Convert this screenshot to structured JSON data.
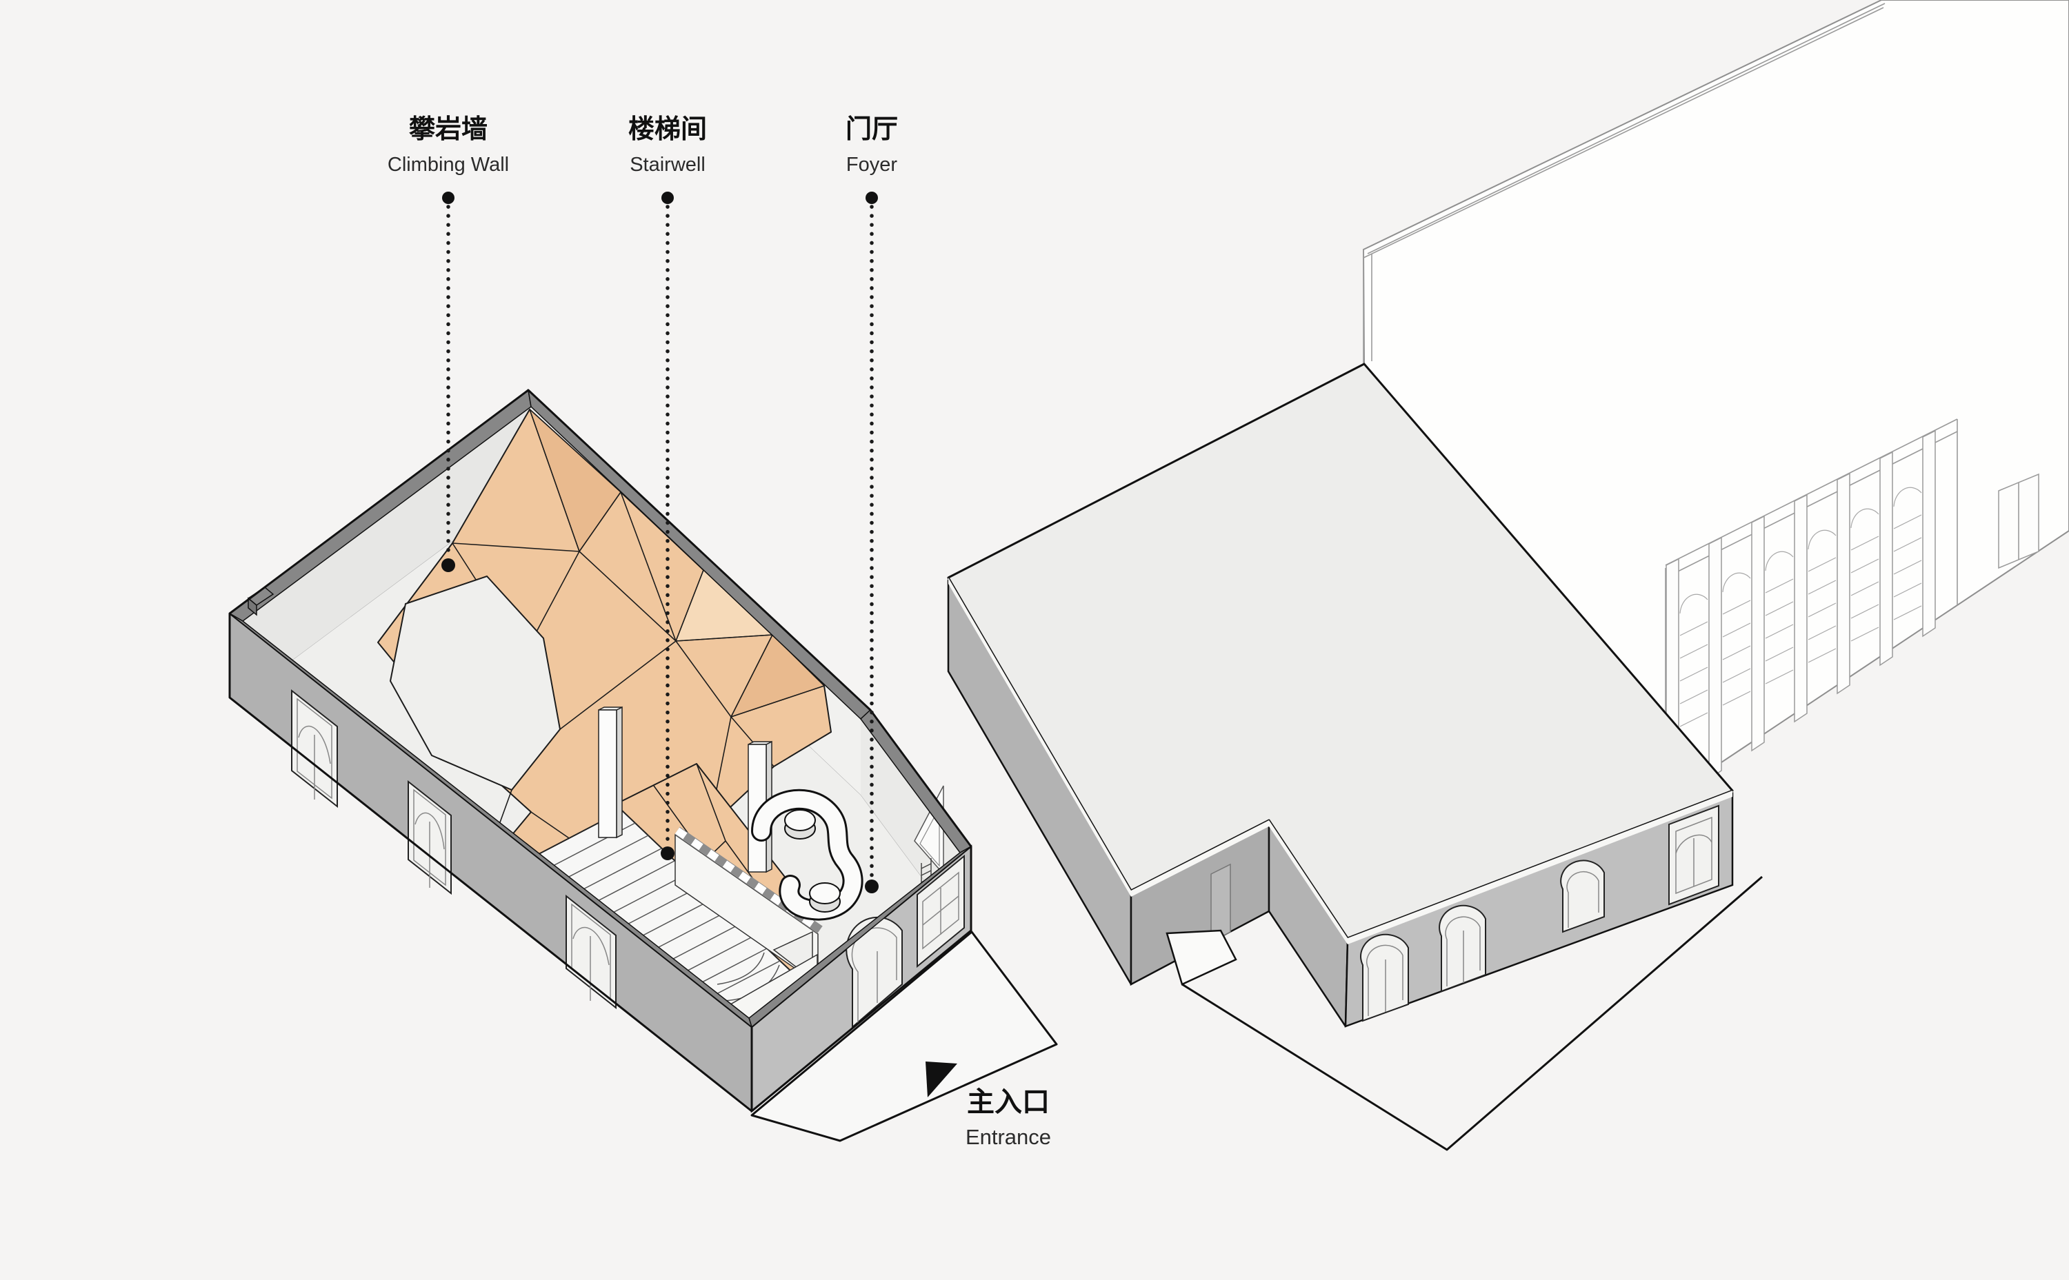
{
  "palette": {
    "bg": "#f5f4f3",
    "white-bldg": "#fefefd",
    "roof": "#ededeb",
    "wall": "#b3b3b3",
    "wall-light": "#bfbfbf",
    "cut": "#878787",
    "floor": "#efefed",
    "orange": "#f0c79e",
    "orange-dark": "#e9ba8e",
    "orange-light": "#f6dab9"
  },
  "callouts": [
    {
      "zh": "攀岩墙",
      "en": "Climbing Wall"
    },
    {
      "zh": "楼梯间",
      "en": "Stairwell"
    },
    {
      "zh": "门厅",
      "en": "Foyer"
    }
  ],
  "entrance": {
    "zh": "主入口",
    "en": "Entrance"
  },
  "icons": {
    "leader_dot": "filled-circle",
    "entrance_arrow": "solid-triangle-pointer"
  }
}
